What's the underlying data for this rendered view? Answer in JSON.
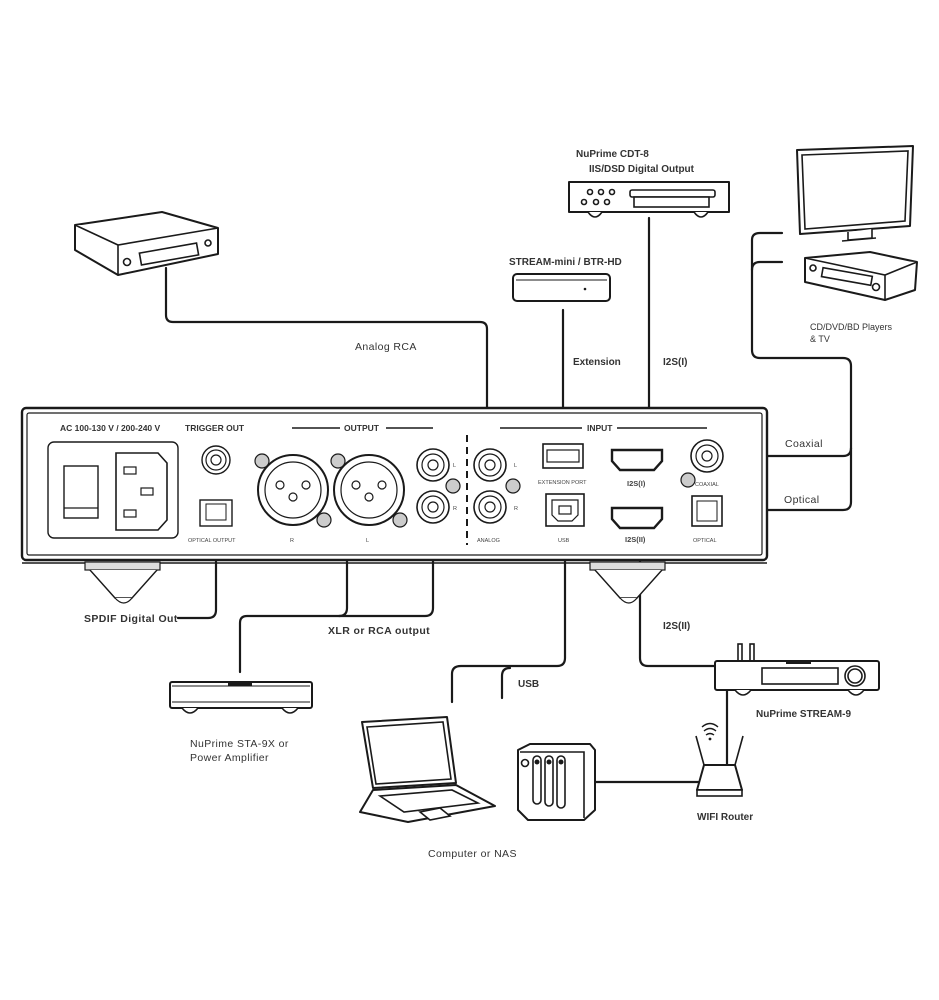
{
  "diagram": {
    "title": "NuPrime DAC rear panel connection diagram",
    "rear_panel": {
      "power_label": "AC 100-130 V / 200-240 V",
      "trigger_label": "TRIGGER OUT",
      "optical_output_label": "OPTICAL OUTPUT",
      "output_group_label": "OUTPUT",
      "xlr_r_label": "R",
      "xlr_l_label": "L",
      "rca_out_l": "L",
      "rca_out_r": "R",
      "analog_l": "L",
      "analog_r": "R",
      "analog_label": "ANALOG",
      "input_group_label": "INPUT",
      "extension_port_label": "EXTENSION PORT",
      "usb_label": "USB",
      "i2s1_label": "I2S(I)",
      "i2s2_label": "I2S(II)",
      "coaxial_label": "COAXIAL",
      "optical_label": "OPTICAL"
    },
    "devices": {
      "cdt8_name": "NuPrime CDT-8",
      "cdt8_desc": "IIS/DSD Digital Output",
      "stream_mini": "STREAM-mini / BTR-HD",
      "cd_players_line1": "CD/DVD/BD Players",
      "cd_players_line2": "& TV",
      "amplifier_line1": "NuPrime STA-9X or",
      "amplifier_line2": "Power Amplifier",
      "computer_nas": "Computer or NAS",
      "stream9": "NuPrime STREAM-9",
      "router": "WIFI Router"
    },
    "connections": {
      "analog_rca": "Analog RCA",
      "extension": "Extension",
      "i2s1": "I2S(I)",
      "i2s2": "I2S(II)",
      "coaxial": "Coaxial",
      "optical": "Optical",
      "spdif_out": "SPDIF Digital Out",
      "xlr_rca_output": "XLR or RCA output",
      "usb": "USB"
    }
  }
}
